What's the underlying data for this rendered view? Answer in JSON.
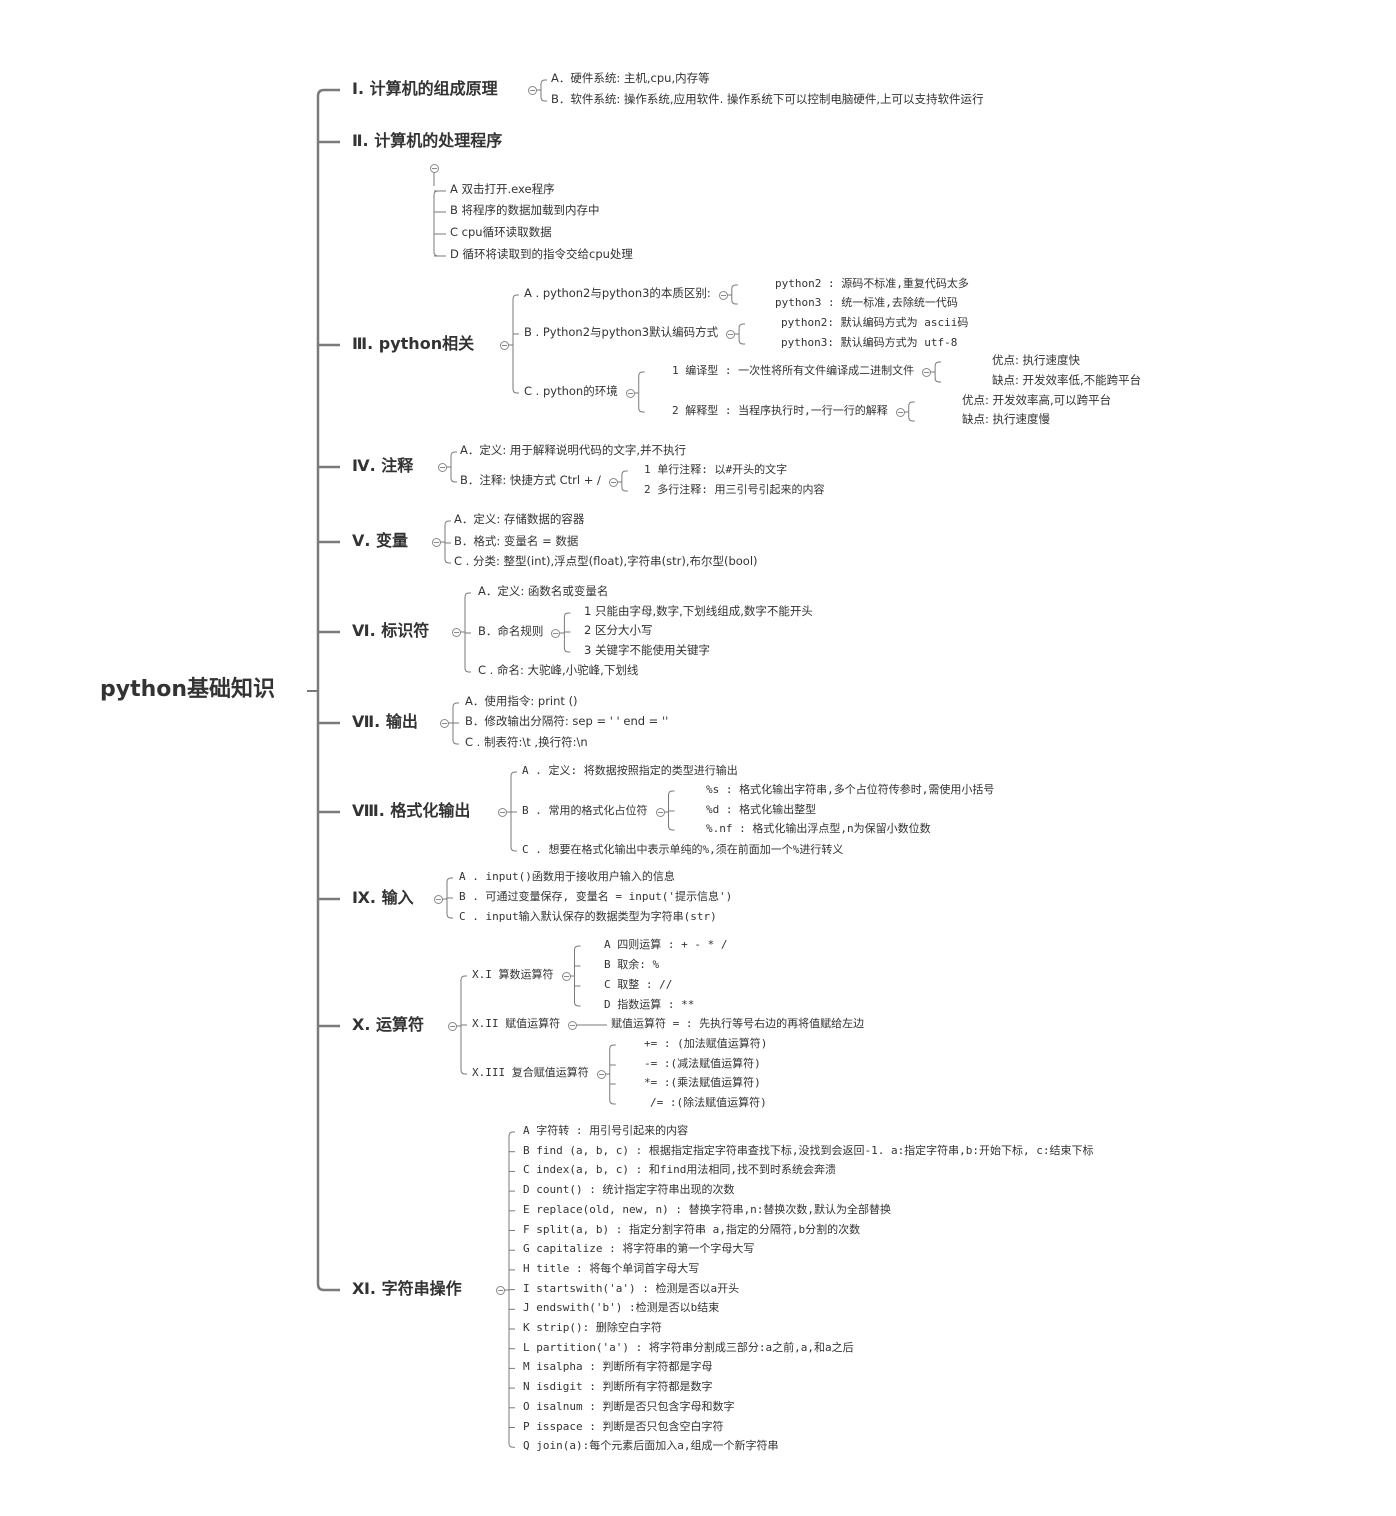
{
  "root": "python基础知识",
  "sections": [
    {
      "label": "Ⅰ. 计算机的组成原理",
      "children": [
        {
          "label": "A．硬件系统: 主机,cpu,内存等"
        },
        {
          "label": "B．软件系统: 操作系统,应用软件. 操作系统下可以控制电脑硬件,上可以支持软件运行"
        }
      ]
    },
    {
      "label": "Ⅱ. 计算机的处理程序",
      "children": [
        {
          "label": "A 双击打开.exe程序"
        },
        {
          "label": "B 将程序的数据加载到内存中"
        },
        {
          "label": "C cpu循环读取数据"
        },
        {
          "label": "D 循环将读取到的指令交给cpu处理"
        }
      ]
    },
    {
      "label": "Ⅲ. python相关",
      "children": [
        {
          "label": "A . python2与python3的本质区别:",
          "children": [
            {
              "label": "python2 : 源码不标准,重复代码太多"
            },
            {
              "label": "python3 : 统一标准,去除统一代码"
            }
          ]
        },
        {
          "label": "B . Python2与python3默认编码方式",
          "children": [
            {
              "label": "python2: 默认编码方式为 ascii码"
            },
            {
              "label": "python3: 默认编码方式为 utf-8"
            }
          ]
        },
        {
          "label": "C . python的环境",
          "children": [
            {
              "label": "1 编译型 : 一次性将所有文件编译成二进制文件",
              "children": [
                {
                  "label": "优点: 执行速度快"
                },
                {
                  "label": "缺点: 开发效率低,不能跨平台"
                }
              ]
            },
            {
              "label": "2 解释型 : 当程序执行时,一行一行的解释",
              "children": [
                {
                  "label": "优点: 开发效率高,可以跨平台"
                },
                {
                  "label": "缺点: 执行速度慢"
                }
              ]
            }
          ]
        }
      ]
    },
    {
      "label": "Ⅳ. 注释",
      "children": [
        {
          "label": "A．定义: 用于解释说明代码的文字,并不执行"
        },
        {
          "label": "B．注释: 快捷方式 Ctrl + /",
          "children": [
            {
              "label": "1 单行注释: 以#开头的文字"
            },
            {
              "label": "2 多行注释: 用三引号引起来的内容"
            }
          ]
        }
      ]
    },
    {
      "label": "Ⅴ. 变量",
      "children": [
        {
          "label": "A．定义: 存储数据的容器"
        },
        {
          "label": "B．格式: 变量名 = 数据"
        },
        {
          "label": "C . 分类: 整型(int),浮点型(float),字符串(str),布尔型(bool)"
        }
      ]
    },
    {
      "label": "Ⅵ. 标识符",
      "children": [
        {
          "label": "A．定义: 函数名或变量名"
        },
        {
          "label": "B．命名规则",
          "children": [
            {
              "label": "1 只能由字母,数字,下划线组成,数字不能开头"
            },
            {
              "label": "2 区分大小写"
            },
            {
              "label": "3 关键字不能使用关键字"
            }
          ]
        },
        {
          "label": "C . 命名: 大驼峰,小驼峰,下划线"
        }
      ]
    },
    {
      "label": "Ⅶ. 输出",
      "children": [
        {
          "label": "A．使用指令: print ()"
        },
        {
          "label": "B．修改输出分隔符: sep = ' ' end = ''"
        },
        {
          "label": "C . 制表符:\\t ,换行符:\\n"
        }
      ]
    },
    {
      "label": "Ⅷ. 格式化输出",
      "children": [
        {
          "label": "A . 定义: 将数据按照指定的类型进行输出"
        },
        {
          "label": "B . 常用的格式化占位符",
          "children": [
            {
              "label": "%s : 格式化输出字符串,多个占位符传参时,需使用小括号"
            },
            {
              "label": "%d : 格式化输出整型"
            },
            {
              "label": "%.nf : 格式化输出浮点型,n为保留小数位数"
            }
          ]
        },
        {
          "label": "C . 想要在格式化输出中表示单纯的%,须在前面加一个%进行转义"
        }
      ]
    },
    {
      "label": "Ⅸ. 输入",
      "children": [
        {
          "label": "A . input()函数用于接收用户输入的信息"
        },
        {
          "label": "B . 可通过变量保存, 变量名 = input('提示信息')"
        },
        {
          "label": "C . input输入默认保存的数据类型为字符串(str)"
        }
      ]
    },
    {
      "label": "Ⅹ. 运算符",
      "children": [
        {
          "label": "X.I 算数运算符",
          "children": [
            {
              "label": "A 四则运算 : + - * /"
            },
            {
              "label": "B 取余: %"
            },
            {
              "label": "C 取整 : //"
            },
            {
              "label": "D 指数运算 : **"
            }
          ]
        },
        {
          "label": "X.II 赋值运算符",
          "children": [
            {
              "label": "赋值运算符 = : 先执行等号右边的再将值赋给左边"
            }
          ]
        },
        {
          "label": "X.III 复合赋值运算符",
          "children": [
            {
              "label": "+= : (加法赋值运算符)"
            },
            {
              "label": "-= :(减法赋值运算符)"
            },
            {
              "label": "*= :(乘法赋值运算符)"
            },
            {
              "label": "/= :(除法赋值运算符)"
            }
          ]
        }
      ]
    },
    {
      "label": "Ⅺ. 字符串操作",
      "children": [
        {
          "label": "A 字符转 : 用引号引起来的内容"
        },
        {
          "label": "B find (a, b, c) : 根据指定指定字符串查找下标,没找到会返回-1. a:指定字符串,b:开始下标, c:结束下标"
        },
        {
          "label": "C index(a, b, c) : 和find用法相同,找不到时系统会奔溃"
        },
        {
          "label": "D count() : 统计指定字符串出现的次数"
        },
        {
          "label": "E replace(old, new, n) : 替换字符串,n:替换次数,默认为全部替换"
        },
        {
          "label": "F split(a, b) : 指定分割字符串 a,指定的分隔符,b分割的次数"
        },
        {
          "label": "G capitalize : 将字符串的第一个字母大写"
        },
        {
          "label": "H title : 将每个单词首字母大写"
        },
        {
          "label": "I startswith('a') : 检测是否以a开头"
        },
        {
          "label": "J endswith('b') :检测是否以b结束"
        },
        {
          "label": "K strip(): 删除空白字符"
        },
        {
          "label": "L partition('a') : 将字符串分割成三部分:a之前,a,和a之后"
        },
        {
          "label": "M isalpha : 判断所有字符都是字母"
        },
        {
          "label": "N isdigit : 判断所有字符都是数字"
        },
        {
          "label": "O isalnum : 判断是否只包含字母和数字"
        },
        {
          "label": "P isspace : 判断是否只包含空白字符"
        },
        {
          "label": "Q join(a):每个元素后面加入a,组成一个新字符串"
        }
      ]
    }
  ],
  "colors": {
    "line": "#7a7a7a",
    "text": "#333333",
    "background": "#ffffff"
  }
}
